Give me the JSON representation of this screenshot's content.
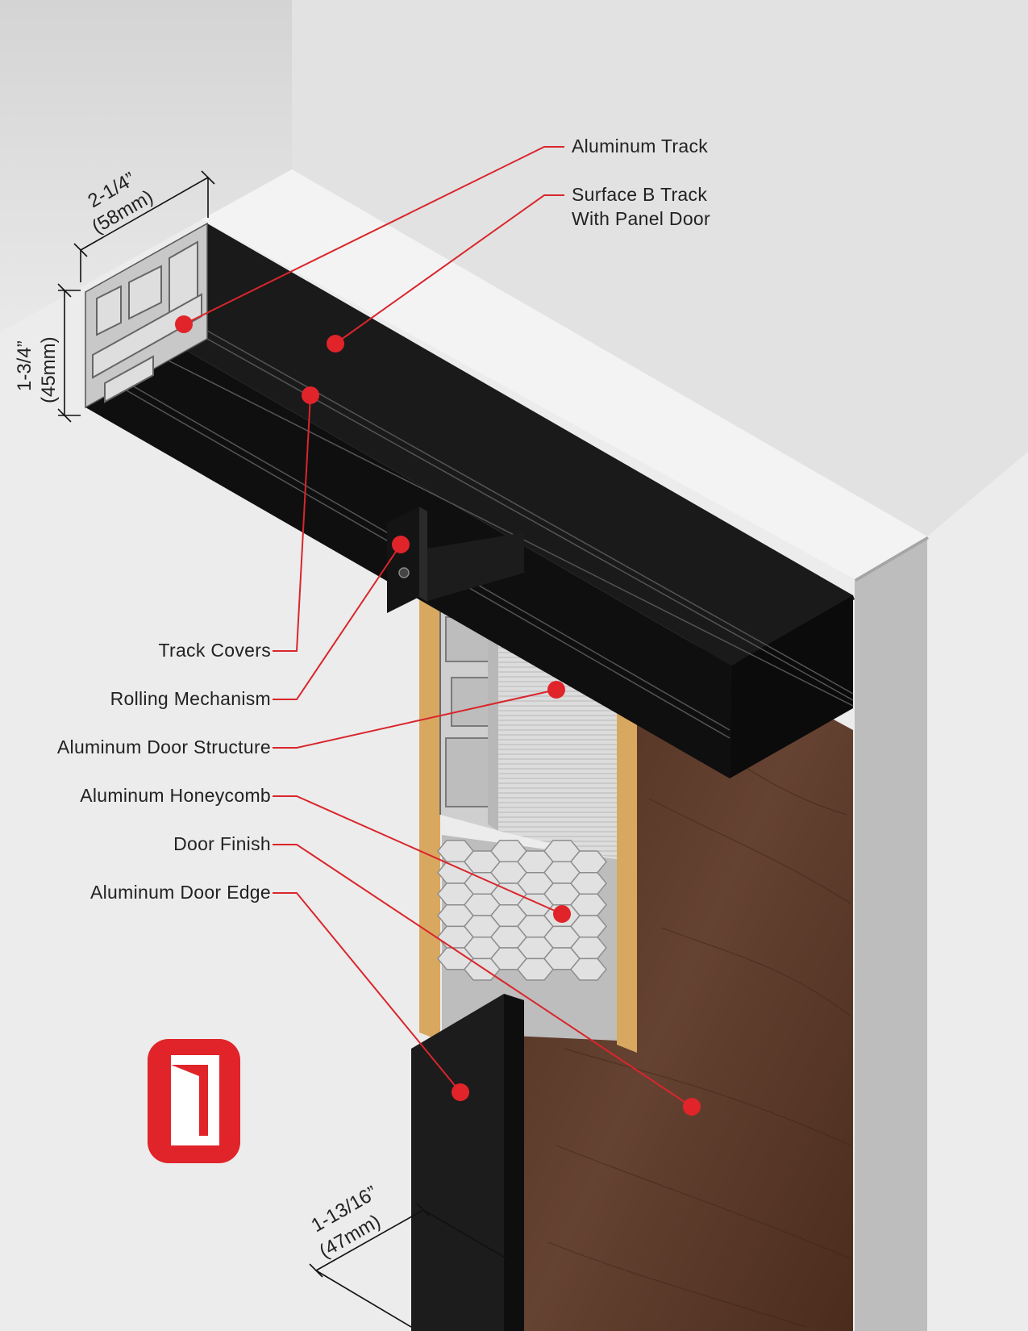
{
  "callouts": {
    "aluminum_track": "Aluminum Track",
    "surface_b_track": [
      "Surface B Track",
      "With Panel Door"
    ],
    "track_covers": "Track Covers",
    "rolling_mechanism": "Rolling Mechanism",
    "aluminum_door_structure": "Aluminum Door Structure",
    "aluminum_honeycomb": "Aluminum Honeycomb",
    "door_finish": "Door Finish",
    "aluminum_door_edge": "Aluminum Door Edge"
  },
  "dimensions": {
    "track_width": [
      "2-1/4”",
      "(58mm)"
    ],
    "track_height": [
      "1-3/4”",
      "(45mm)"
    ],
    "door_thickness": [
      "1-13/16”",
      "(47mm)"
    ]
  },
  "colors": {
    "accent_red": "#e0242a",
    "track_black": "#111111",
    "wood": "#5a3826",
    "mdf": "#d9a860",
    "aluminum": "#c9c9c9",
    "wall": "#dedede"
  },
  "logo_icon": "door-logo-icon"
}
